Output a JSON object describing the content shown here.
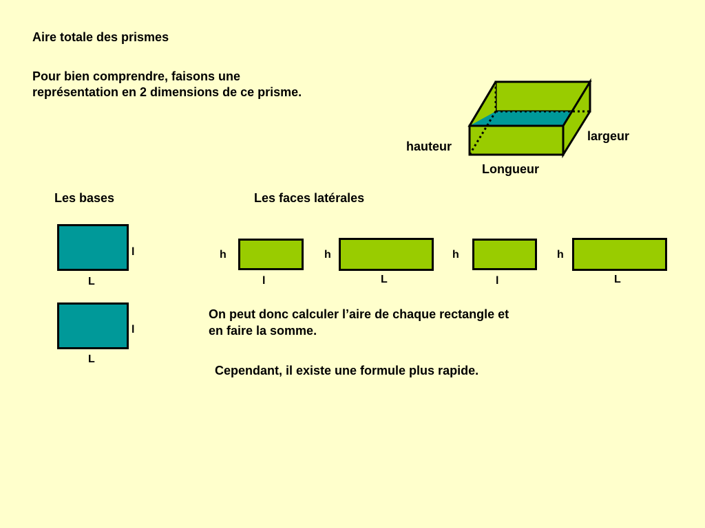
{
  "slide": {
    "title": "Aire totale des prismes",
    "intro_line1": "Pour bien comprendre, faisons une",
    "intro_line2": "représentation en 2 dimensions de ce prisme.",
    "prism_labels": {
      "height": "hauteur",
      "width": "largeur",
      "length": "Longueur"
    },
    "bases_heading": "Les bases",
    "lateral_heading": "Les faces latérales",
    "bases": [
      {
        "side_label": "l",
        "bottom_label": "L"
      },
      {
        "side_label": "l",
        "bottom_label": "L"
      }
    ],
    "faces": [
      {
        "side_label": "h",
        "bottom_label": "l"
      },
      {
        "side_label": "h",
        "bottom_label": "L"
      },
      {
        "side_label": "h",
        "bottom_label": "l"
      },
      {
        "side_label": "h",
        "bottom_label": "L"
      }
    ],
    "conclusion_line1": "On peut donc calculer l’aire de chaque rectangle et",
    "conclusion_line2": "en faire la somme.",
    "note": "Cependant, il existe une formule plus rapide.",
    "colors": {
      "background": "#FFFFCC",
      "base_fill": "#009999",
      "face_fill": "#99CC00"
    }
  }
}
